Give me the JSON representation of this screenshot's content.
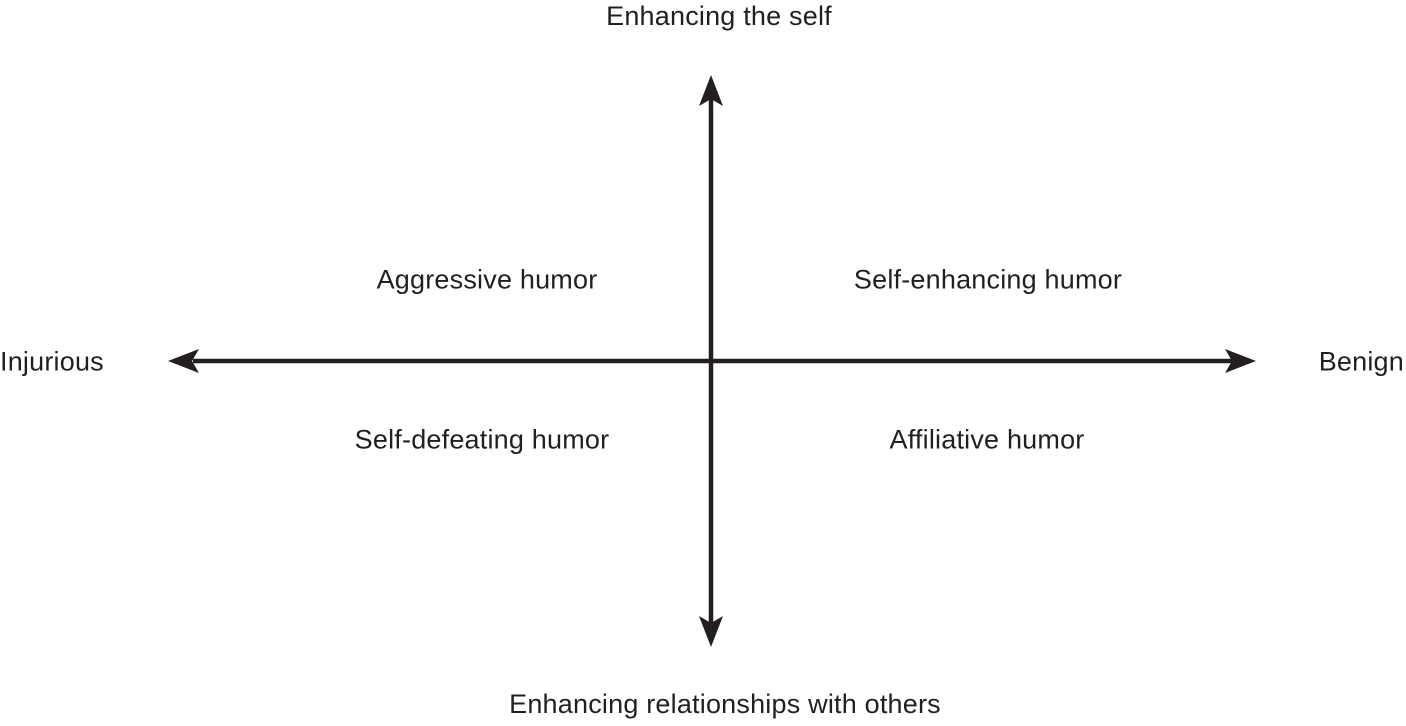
{
  "diagram": {
    "kind": "two-axis quadrant diagram of humor styles",
    "colors": {
      "ink": "#231f20",
      "background": "#ffffff"
    },
    "vertical_axis": {
      "top_label": "Enhancing the self",
      "bottom_label": "Enhancing relationships with others"
    },
    "horizontal_axis": {
      "left_label": "Injurious",
      "right_label": "Benign"
    },
    "quadrants": {
      "top_left": "Aggressive humor",
      "top_right": "Self-enhancing humor",
      "bottom_left": "Self-defeating humor",
      "bottom_right": "Affiliative humor"
    }
  }
}
